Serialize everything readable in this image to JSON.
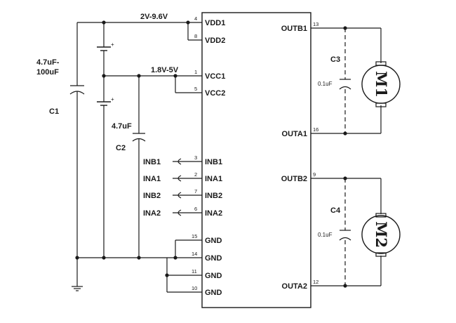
{
  "supply": {
    "vdd_range": "2V-9.6V",
    "vcc_range": "1.8V-5V"
  },
  "capacitors": {
    "c1": {
      "name": "C1",
      "value_line1": "4.7uF-",
      "value_line2": "100uF"
    },
    "c2": {
      "name": "C2",
      "value": "4.7uF"
    },
    "c3": {
      "name": "C3",
      "value": "0.1uF"
    },
    "c4": {
      "name": "C4",
      "value": "0.1uF"
    }
  },
  "motors": {
    "m1": "M1",
    "m2": "M2"
  },
  "pins": {
    "vdd1": {
      "name": "VDD1",
      "num": "4"
    },
    "vdd2": {
      "name": "VDD2",
      "num": "8"
    },
    "vcc1": {
      "name": "VCC1",
      "num": "1"
    },
    "vcc2": {
      "name": "VCC2",
      "num": "5"
    },
    "inb1": {
      "name": "INB1",
      "num": "3"
    },
    "ina1": {
      "name": "INA1",
      "num": "2"
    },
    "inb2": {
      "name": "INB2",
      "num": "7"
    },
    "ina2": {
      "name": "INA2",
      "num": "6"
    },
    "gnd_15": {
      "name": "GND",
      "num": "15"
    },
    "gnd_14": {
      "name": "GND",
      "num": "14"
    },
    "gnd_11": {
      "name": "GND",
      "num": "11"
    },
    "gnd_10": {
      "name": "GND",
      "num": "10"
    },
    "outb1": {
      "name": "OUTB1",
      "num": "13"
    },
    "outa1": {
      "name": "OUTA1",
      "num": "16"
    },
    "outb2": {
      "name": "OUTB2",
      "num": "9"
    },
    "outa2": {
      "name": "OUTA2",
      "num": "12"
    }
  },
  "inputs": {
    "inb1": "INB1",
    "ina1": "INA1",
    "inb2": "INB2",
    "ina2": "INA2"
  },
  "polarity": {
    "plus": "+"
  }
}
